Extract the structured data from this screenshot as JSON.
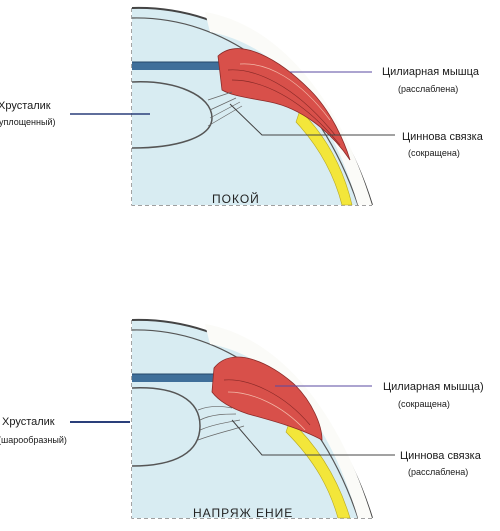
{
  "panels": [
    {
      "caption": "ПОКОЙ",
      "lens_label": "Хрусталик",
      "lens_sub": "(уплощенный)",
      "muscle_label": "Цилиарная мышца",
      "muscle_sub": "(расслаблена)",
      "zonule_label": "Циннова связка",
      "zonule_sub": "(сокращена)"
    },
    {
      "caption": "НАПРЯЖ ЕНИЕ",
      "lens_label": "Хрусталик",
      "lens_sub": "(шарообразный)",
      "muscle_label": "Цилиарная мышца)",
      "muscle_sub": "(сокращена)",
      "zonule_label": "Циннова связка",
      "zonule_sub": "(расслаблена)"
    }
  ],
  "colors": {
    "cornea_fill": "#d8ecf2",
    "iris": "#3f6f9a",
    "muscle": "#d8504a",
    "muscle_light": "#f2b8a8",
    "sclera_yellow": "#f3e63a",
    "leader_lens": "#2a3f7a",
    "leader_muscle": "#5a4aa0"
  }
}
